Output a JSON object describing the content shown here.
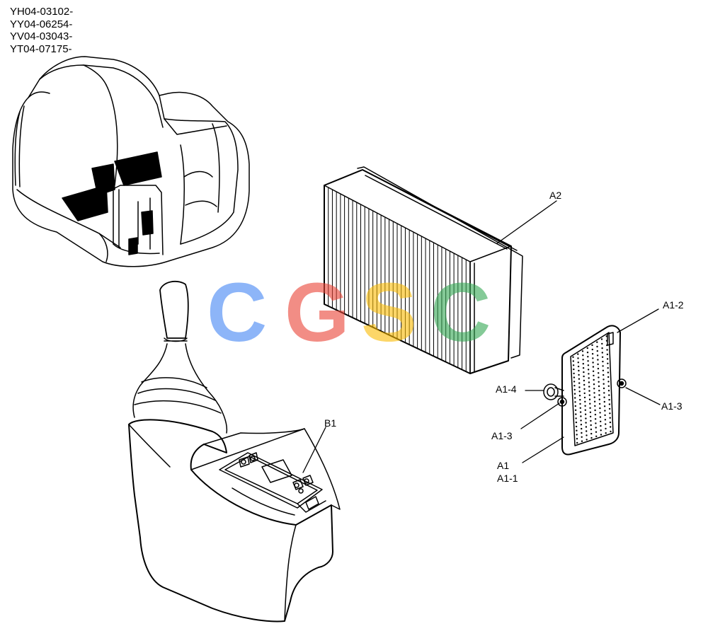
{
  "serial_numbers": [
    "YH04-03102-",
    "YY04-06254-",
    "YV04-03043-",
    "YT04-07175-"
  ],
  "callouts": {
    "a2": "A2",
    "a1_2": "A1-2",
    "a1_4": "A1-4",
    "a1_3_right": "A1-3",
    "a1_3_left": "A1-3",
    "a1": "A1",
    "a1_1": "A1-1",
    "b1": "B1"
  },
  "watermark": {
    "letters": [
      "C",
      "G",
      "S",
      "C"
    ],
    "colors": [
      "#4285F4",
      "#EA4335",
      "#FBBC05",
      "#34A853"
    ]
  }
}
